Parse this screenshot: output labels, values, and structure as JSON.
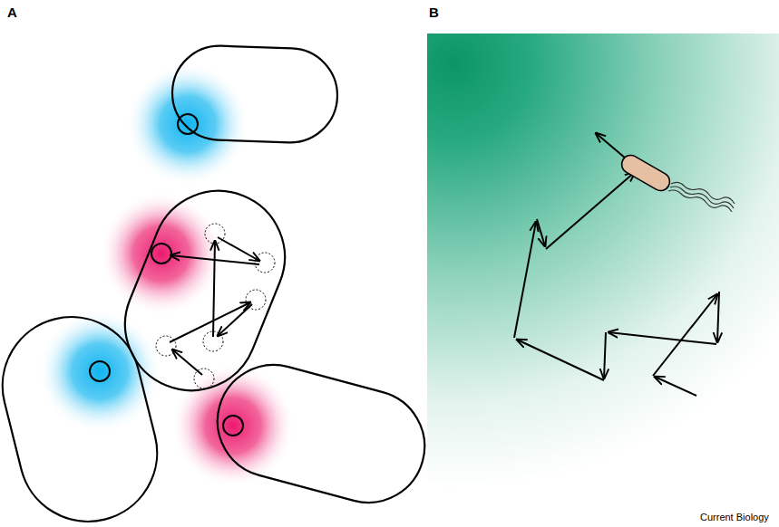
{
  "diagram": {
    "labels": [
      "A",
      "B",
      "Current Biology"
    ]
  }
}
